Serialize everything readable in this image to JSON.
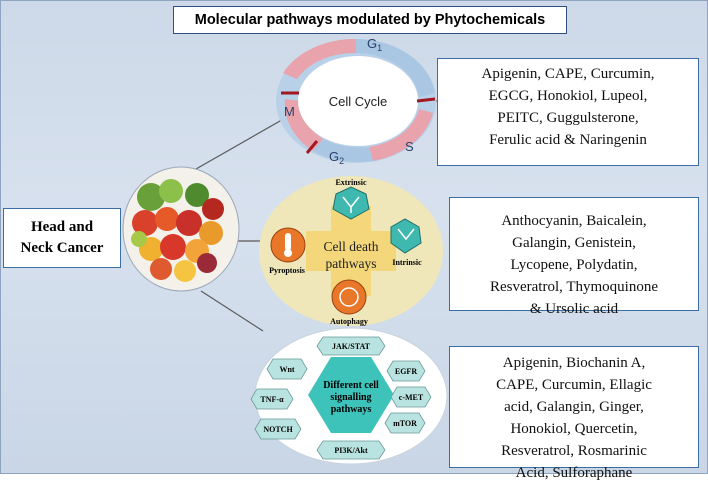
{
  "title": "Molecular pathways modulated by Phytochemicals",
  "head_neck": {
    "line1": "Head and",
    "line2": "Neck Cancer"
  },
  "cell_cycle": {
    "center_label": "Cell Cycle",
    "phases": {
      "g1": "G",
      "g1_sub": "1",
      "s": "S",
      "g2": "G",
      "g2_sub": "2",
      "m": "M"
    },
    "compounds": [
      "Apigenin, CAPE, Curcumin,",
      "EGCG, Honokiol, Lupeol,",
      "PEITC, Guggulsterone,",
      "Ferulic acid & Naringenin"
    ]
  },
  "cell_death": {
    "center_label_1": "Cell death",
    "center_label_2": "pathways",
    "nodes": {
      "extrinsic": "Extrinsic",
      "intrinsic": "Intrinsic",
      "pyroptosis": "Pyroptosis",
      "autophagy": "Autophagy"
    },
    "compounds": [
      "Anthocyanin, Baicalein,",
      "Galangin, Genistein,",
      "Lycopene, Polydatin,",
      "Resveratrol, Thymoquinone",
      "& Ursolic acid"
    ]
  },
  "signalling": {
    "center_label_1": "Different cell",
    "center_label_2": "signalling",
    "center_label_3": "pathways",
    "nodes": {
      "jak_stat": "JAK/STAT",
      "egfr": "EGFR",
      "cmet": "c-MET",
      "mtor": "mTOR",
      "pi3k": "PI3K/Akt",
      "notch": "NOTCH",
      "tnf": "TNF-α",
      "wnt": "Wnt"
    },
    "compounds": [
      "Apigenin, Biochanin A,",
      "CAPE, Curcumin, Ellagic",
      "acid, Galangin, Ginger,",
      "Honokiol, Quercetin,",
      "Resveratrol, Rosmarinic",
      "Acid, Sulforaphane"
    ]
  },
  "colors": {
    "background": "#d3deeb",
    "box_border": "#3b6ea5",
    "cycle_pink": "#e8a3ad",
    "cycle_blue": "#a9c6e3",
    "death_circle": "#efe7b9",
    "death_cross": "#f3d77a",
    "teal": "#3fb8b0",
    "orange": "#e8772a",
    "signalling_hex": "#3ec3bb",
    "small_hex": "#b9e3e0"
  }
}
